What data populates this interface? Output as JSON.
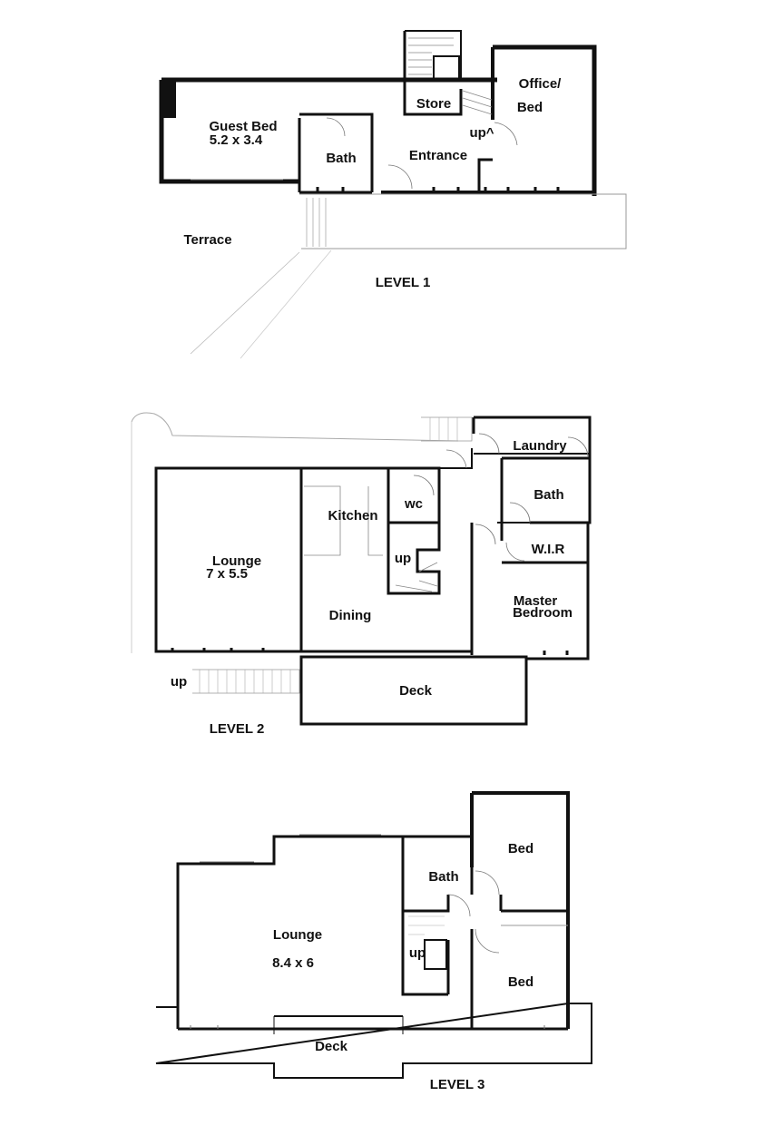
{
  "level1": {
    "title": "LEVEL 1",
    "rooms": {
      "guest_bed": "Guest Bed",
      "guest_bed_size": "5.2 x 3.4",
      "bath": "Bath",
      "store": "Store",
      "entrance": "Entrance",
      "office_1": "Office/",
      "office_2": "Bed",
      "up": "up^",
      "terrace": "Terrace"
    }
  },
  "level2": {
    "title": "LEVEL 2",
    "rooms": {
      "laundry": "Laundry",
      "bath": "Bath",
      "wc": "wc",
      "kitchen": "Kitchen",
      "lounge": "Lounge",
      "lounge_size": "7 x 5.5",
      "up_stair": "up",
      "dining": "Dining",
      "wir": "W.I.R",
      "master_1": "Master",
      "master_2": "Bedroom",
      "deck": "Deck",
      "up_ext": "up"
    }
  },
  "level3": {
    "title": "LEVEL 3",
    "rooms": {
      "bed_top": "Bed",
      "bath": "Bath",
      "lounge": "Lounge",
      "lounge_size": "8.4 x 6",
      "up": "up",
      "bed_bottom": "Bed",
      "deck": "Deck"
    }
  },
  "colors": {
    "wall": "#111111",
    "background": "#ffffff"
  }
}
